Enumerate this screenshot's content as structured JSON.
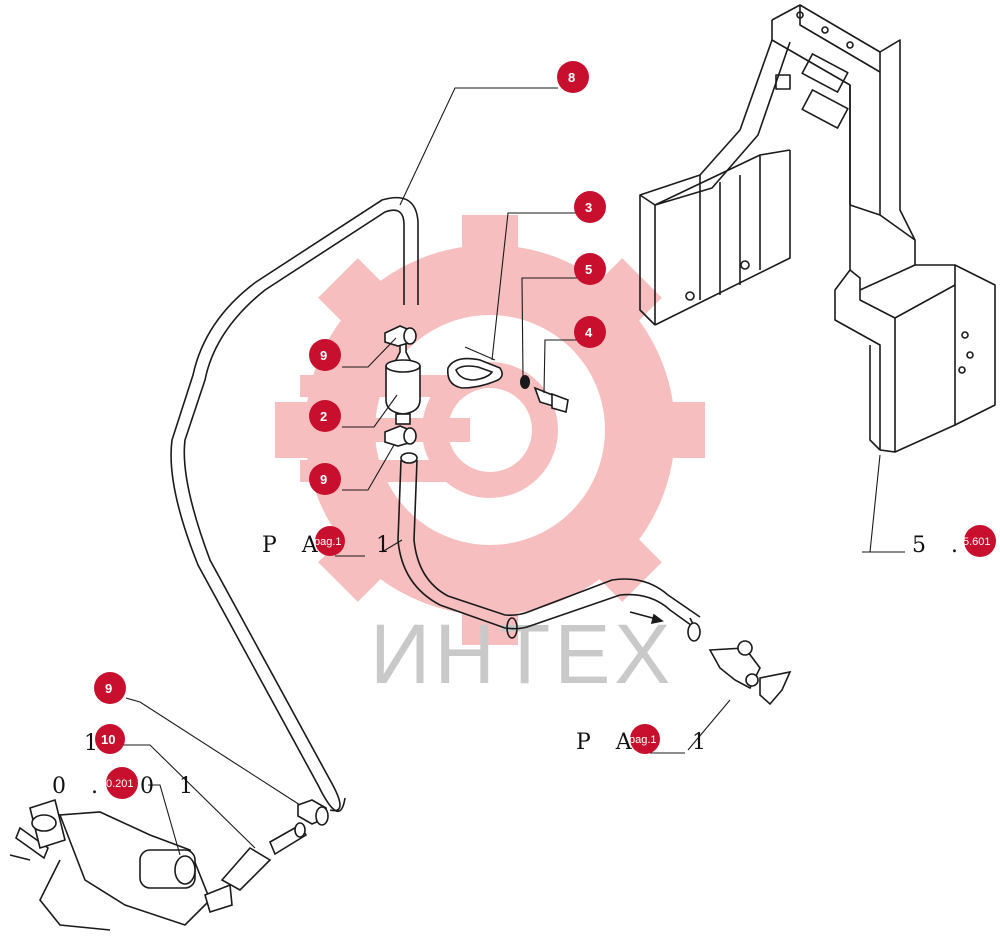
{
  "colors": {
    "callout": "#c8102e",
    "line": "#1a1a1a",
    "watermark_gear": "#f2c3c3",
    "watermark_text": "#c9c9c9"
  },
  "callouts": [
    {
      "id": "8",
      "label": "8"
    },
    {
      "id": "3",
      "label": "3"
    },
    {
      "id": "5",
      "label": "5"
    },
    {
      "id": "4",
      "label": "4"
    },
    {
      "id": "9a",
      "label": "9"
    },
    {
      "id": "2",
      "label": "2"
    },
    {
      "id": "9b",
      "label": "9"
    },
    {
      "id": "9c",
      "label": "9"
    },
    {
      "id": "10",
      "label": "10"
    }
  ],
  "references": {
    "ref1": {
      "prefix": "P A",
      "badge": "pag.1",
      "suffix": "1"
    },
    "ref2": {
      "prefix": "5 .",
      "badge": "5.601"
    },
    "ref3": {
      "prefix": "P A",
      "badge": "pag.1",
      "suffix": "1"
    },
    "ref4": {
      "prefix": "1",
      "badge": "10"
    },
    "ref5": {
      "prefix": "0 .",
      "badge": "0.201",
      "suffix": "0 1"
    }
  },
  "watermark": {
    "text": "ИНТЕХ"
  }
}
